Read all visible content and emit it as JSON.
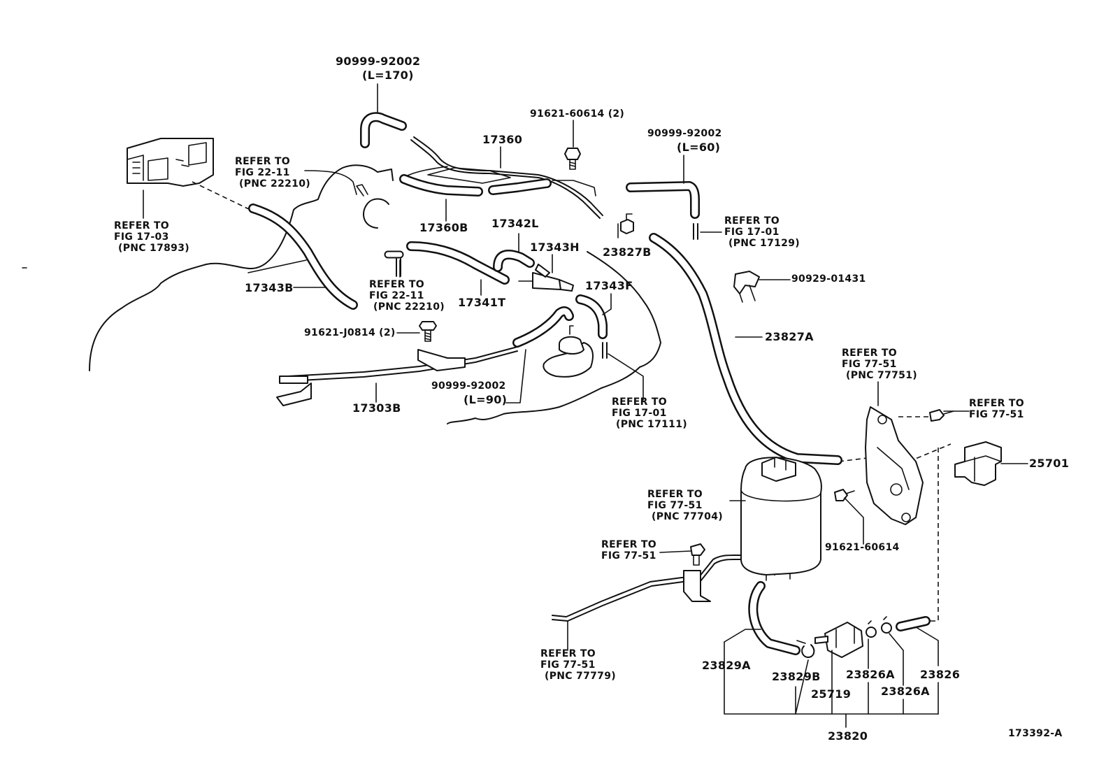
{
  "labels": {
    "hose_90999_92002_l170": {
      "part": "90999-92002",
      "spec": "(L=170)"
    },
    "bolt_91621_60614_2": "91621-60614 (2)",
    "pipe_17360": "17360",
    "hose_90999_92002_l60": {
      "part": "90999-92002",
      "spec": "(L=60)"
    },
    "ref_fig_22_11_top": [
      "REFER TO",
      "FIG 22-11",
      "(PNC 22210)"
    ],
    "ref_fig_17_03": [
      "REFER TO",
      "FIG 17-03",
      "(PNC 17893)"
    ],
    "hose_17360b": "17360B",
    "hose_17342l": "17342L",
    "valve_17343h": "17343H",
    "clamp_23827b": "23827B",
    "ref_fig_17_01_pnc17129": [
      "REFER TO",
      "FIG 17-01",
      "(PNC 17129)"
    ],
    "clamp_90929_01431": "90929-01431",
    "hose_17343b": "17343B",
    "ref_fig_22_11_mid": [
      "REFER TO",
      "FIG 22-11",
      "(PNC 22210)"
    ],
    "hose_17341t": "17341T",
    "hose_17343f": "17343F",
    "hose_23827a": "23827A",
    "bolt_91621_j0814_2": "91621-J0814 (2)",
    "hose_90999_92002_l90": {
      "part": "90999-92002",
      "spec": "(L=90)"
    },
    "pipe_17303b": "17303B",
    "ref_fig_17_01_pnc17111": [
      "REFER TO",
      "FIG 17-01",
      "(PNC 17111)"
    ],
    "ref_fig_77_51_pnc77751": [
      "REFER TO",
      "FIG 77-51",
      "(PNC 77751)"
    ],
    "ref_fig_77_51_right": [
      "REFER TO",
      "FIG 77-51"
    ],
    "valve_25701": "25701",
    "ref_fig_77_51_pnc77704": [
      "REFER TO",
      "FIG 77-51",
      "(PNC 77704)"
    ],
    "ref_fig_77_51_bolt": [
      "REFER TO",
      "FIG 77-51"
    ],
    "bolt_91621_60614": "91621-60614",
    "ref_fig_77_51_pnc77779": [
      "REFER TO",
      "FIG 77-51",
      "(PNC 77779)"
    ],
    "hose_23829a": "23829A",
    "clamp_23829b": "23829B",
    "filter_25719": "25719",
    "clamp_23826a_1": "23826A",
    "hose_23826": "23826",
    "clamp_23826a_2": "23826A",
    "assy_23820": "23820",
    "figure_id": "173392-A"
  }
}
